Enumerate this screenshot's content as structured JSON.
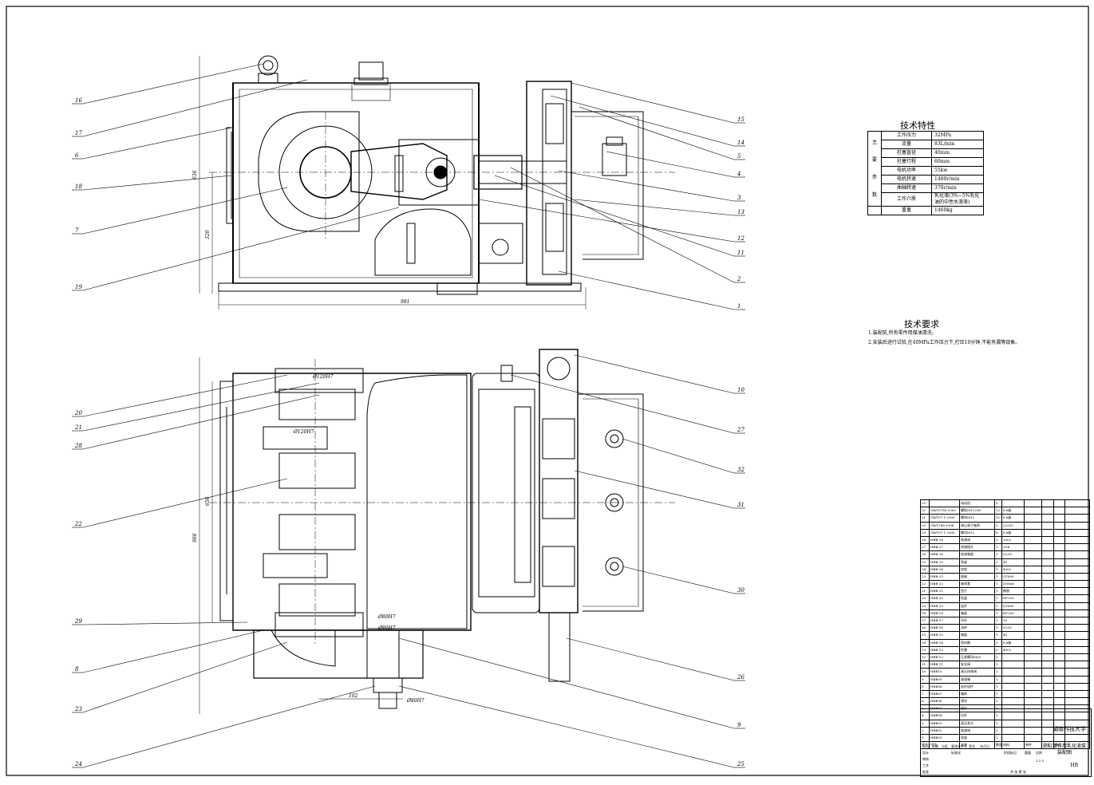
{
  "drawing": {
    "school": "湖南科技大学",
    "title_line1": "三缸单作用乳化液泵",
    "title_line2": "装配图",
    "code": "HB"
  },
  "specs": {
    "title": "技术特性",
    "group_chars": [
      "主",
      "要",
      "参",
      "数"
    ],
    "rows": [
      {
        "k": "工作压力",
        "v": "32MPa"
      },
      {
        "k": "流量",
        "v": "83L/min"
      },
      {
        "k": "柱塞直径",
        "v": "40mm"
      },
      {
        "k": "柱塞行程",
        "v": "60mm"
      },
      {
        "k": "电机功率",
        "v": "55kw"
      },
      {
        "k": "电机转速",
        "v": "1480r/min"
      },
      {
        "k": "曲轴转速",
        "v": "370r/min"
      },
      {
        "k": "工作介质",
        "v": "乳化液(3%~5%乳化油的中性水溶液)"
      },
      {
        "k": "重量",
        "v": "1460kg"
      }
    ]
  },
  "requirements": {
    "title": "技术要求",
    "lines": [
      "1.装配前,所有零件用煤油清洗;",
      "2.安装后进行试验,在40MPa工作压力下,打压10分钟,不能有漏等现象。"
    ]
  },
  "callouts_top": [
    "16",
    "17",
    "6",
    "18",
    "7",
    "19",
    "15",
    "14",
    "5",
    "4",
    "3",
    "13",
    "12",
    "11",
    "2",
    "1"
  ],
  "callouts_bottom": [
    "20",
    "21",
    "28",
    "22",
    "29",
    "8",
    "23",
    "24",
    "10",
    "27",
    "32",
    "31",
    "30",
    "26",
    "9",
    "25"
  ],
  "dimensions": {
    "top_width": "981",
    "top_height": "636",
    "top_inner_height": "320",
    "bottom_height": "966",
    "bottom_inner_height": "656",
    "bottom_offset": "102",
    "fit_1": "Ø120H7",
    "fit_2": "Ø120H7",
    "fit_3": "Ø80H7",
    "fit_4": "Ø80H7",
    "fit_5": "Ø80H7"
  },
  "bom_header": [
    "序号",
    "代号",
    "名称",
    "数量",
    "材料",
    "单件",
    "总计",
    "备注"
  ],
  "bom_rows": [
    [
      "33",
      "",
      "电动机",
      "1",
      "",
      "",
      "",
      ""
    ],
    [
      "32",
      "GB/T5780-2000",
      "螺栓M12×65",
      "12",
      "8.8级",
      "",
      "",
      ""
    ],
    [
      "31",
      "GB/T97.1-2000",
      "螺母M12",
      "12",
      "8.8级",
      "",
      "",
      ""
    ],
    [
      "30",
      "GB/T288-1994",
      "调心滚子轴承",
      "2",
      "22220",
      "",
      "",
      ""
    ],
    [
      "29",
      "GB/T97.1-2000",
      "螺母M12",
      "8",
      "8.8级",
      "",
      "",
      ""
    ],
    [
      "28",
      "HBB-28",
      "吸液阀",
      "1",
      "20Cr",
      "",
      "",
      ""
    ],
    [
      "27",
      "HBB-27",
      "排液接头",
      "1",
      "35#",
      "",
      "",
      ""
    ],
    [
      "26",
      "HBB-26",
      "吸液端盖",
      "1",
      "Q235",
      "",
      "",
      ""
    ],
    [
      "25",
      "HBB-25",
      "泵座",
      "1",
      "45",
      "",
      "",
      ""
    ],
    [
      "24",
      "HBB-24",
      "齿轮",
      "1",
      "40Cr",
      "",
      "",
      ""
    ],
    [
      "23",
      "HBB-23",
      "曲轴",
      "1",
      "QT600",
      "",
      "",
      ""
    ],
    [
      "22",
      "HBB-22",
      "轴承套",
      "1",
      "ZQSn6",
      "",
      "",
      ""
    ],
    [
      "21",
      "HBB-21",
      "垫片",
      "1",
      "橡胶",
      "",
      "",
      ""
    ],
    [
      "20",
      "HBB-20",
      "挡盖",
      "1",
      "HT200",
      "",
      "",
      ""
    ],
    [
      "19",
      "HBB-19",
      "连杆",
      "1",
      "QT600",
      "",
      "",
      ""
    ],
    [
      "18",
      "HBB-18",
      "箱盖",
      "1",
      "HT200",
      "",
      "",
      ""
    ],
    [
      "17",
      "HBB-17",
      "吊环",
      "1",
      "35",
      "",
      "",
      ""
    ],
    [
      "16",
      "HBB-16",
      "油杯",
      "1",
      "Q235",
      "",
      "",
      ""
    ],
    [
      "15",
      "HBB-15",
      "端盖",
      "1",
      "45",
      "",
      "",
      ""
    ],
    [
      "14",
      "HBB-14",
      "密封圈",
      "3",
      "8.8级",
      "",
      "",
      ""
    ],
    [
      "13",
      "HBB-13",
      "柱塞",
      "3",
      "40Cr",
      "",
      "",
      ""
    ],
    [
      "12",
      "HBB-12",
      "压紧螺母M50",
      "3",
      "",
      "",
      "",
      ""
    ],
    [
      "11",
      "HBB-11",
      "安全阀",
      "1",
      "",
      "",
      "",
      ""
    ],
    [
      "10",
      "HBB10",
      "高压排液阀",
      "1",
      "",
      "",
      "",
      ""
    ],
    [
      "9",
      "HBB09",
      "减速箱",
      "1",
      "",
      "",
      "",
      ""
    ],
    [
      "8",
      "HBB08",
      "连杆组件",
      "1",
      "",
      "",
      "",
      ""
    ],
    [
      "7",
      "HBB07",
      "箱体",
      "1",
      "",
      "",
      "",
      ""
    ],
    [
      "6",
      "HBB06",
      "滑块",
      "3",
      "",
      "",
      "",
      ""
    ],
    [
      "5",
      "HBB05",
      "接头",
      "3",
      "",
      "",
      "",
      ""
    ],
    [
      "4",
      "HBB04",
      "拉杆",
      "1",
      "",
      "",
      "",
      ""
    ],
    [
      "3",
      "HBB03",
      "高压泵头",
      "1",
      "",
      "",
      "",
      ""
    ],
    [
      "2",
      "HBB02",
      "吸液阀",
      "3",
      "",
      "",
      "",
      ""
    ],
    [
      "1",
      "HBB01",
      "泵座",
      "1",
      "",
      "",
      "",
      ""
    ]
  ],
  "titleblock": {
    "marks": "标记",
    "count": "处数",
    "zone": "分区",
    "change_no": "更改文件号",
    "sign": "签名",
    "date": "年月日",
    "design": "设计",
    "standardize": "标准化",
    "stage_mark": "阶段标记",
    "weight": "重量",
    "scale": "比例",
    "scale_value": "1:2.5",
    "review": "审核",
    "process": "工艺",
    "approve": "批准",
    "sheets": "共 张 第 张"
  }
}
